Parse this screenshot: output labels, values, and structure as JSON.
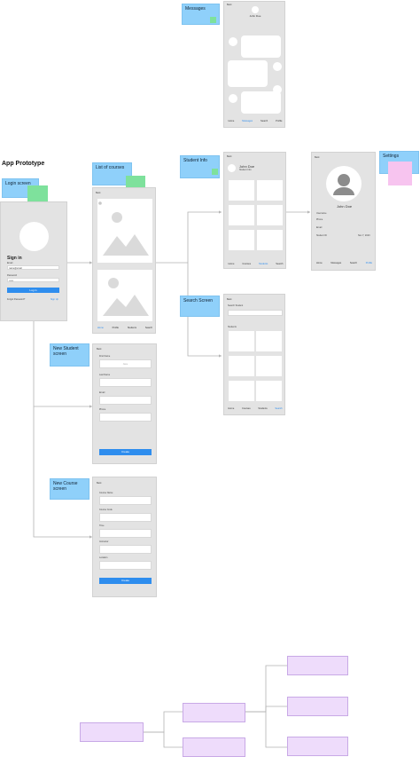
{
  "title": "App Prototype",
  "notes": {
    "messages": "Messages",
    "login": "Login screen",
    "courses": "List of courses",
    "student_info": "Student Info",
    "settings": "Settings",
    "search": "Search Screen",
    "new_student": "New Student screen",
    "new_course": "New Course screen"
  },
  "messages_screen": {
    "header": "Back",
    "name": "John Doe",
    "nav": [
      "Home",
      "Messages",
      "Search",
      "Profile"
    ]
  },
  "login_screen": {
    "heading": "Sign in",
    "email_label": "Email",
    "email_value": "name@email",
    "password_label": "Password",
    "password_value": "••••••",
    "button": "Log in",
    "forgot": "Forgot Password?",
    "signup": "Sign Up"
  },
  "courses_screen": {
    "header": "Back",
    "nav": [
      "Home",
      "Profile",
      "Students",
      "Search"
    ]
  },
  "student_info_screen": {
    "header": "Back",
    "name": "John Doe",
    "subtitle": "Student Info",
    "nav": [
      "Home",
      "Courses",
      "Students",
      "Search"
    ]
  },
  "settings_screen": {
    "header": "Back",
    "name": "John Doe",
    "rows": [
      "Username",
      "Phone",
      "Email",
      "Student ID"
    ],
    "row_value": "Nov 7, 2023",
    "nav": [
      "Home",
      "Messages",
      "Search",
      "Profile"
    ]
  },
  "search_screen": {
    "header": "Back",
    "field_label": "Search Student",
    "section": "Students",
    "nav": [
      "Home",
      "Courses",
      "Students",
      "Search"
    ]
  },
  "new_student_screen": {
    "header": "Back",
    "fields": [
      "First Name",
      "Last Name",
      "Email",
      "Phone"
    ],
    "first_placeholder": "Jane",
    "button": "Create"
  },
  "new_course_screen": {
    "header": "Back",
    "fields": [
      "Course Name",
      "Course Code",
      "Time",
      "Instructor",
      "Location"
    ],
    "button": "Create"
  }
}
